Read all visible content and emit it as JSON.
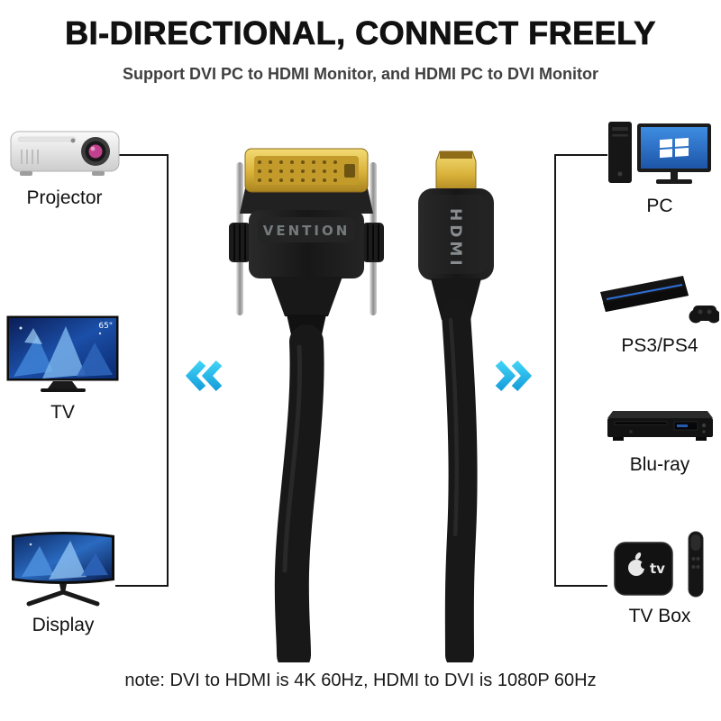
{
  "header": {
    "title": "BI-DIRECTIONAL, CONNECT FREELY",
    "subtitle": "Support DVI PC to HDMI Monitor, and HDMI PC to DVI Monitor"
  },
  "left_devices": [
    {
      "label": "Projector",
      "icon": "projector-icon"
    },
    {
      "label": "TV",
      "icon": "tv-icon",
      "screen_badge": "65\""
    },
    {
      "label": "Display",
      "icon": "curved-display-icon"
    }
  ],
  "right_devices": [
    {
      "label": "PC",
      "icon": "desktop-pc-icon"
    },
    {
      "label": "PS3/PS4",
      "icon": "game-console-icon"
    },
    {
      "label": "Blu-ray",
      "icon": "blu-ray-player-icon"
    },
    {
      "label": "TV Box",
      "icon": "tv-box-icon",
      "logo": "tv"
    }
  ],
  "cable": {
    "dvi_brand": "VENTION",
    "hdmi_label": "HDMI"
  },
  "note": "note: DVI to HDMI is 4K 60Hz, HDMI to DVI is 1080P 60Hz",
  "colors": {
    "accent_cyan": "#27b6e9",
    "connector_gold": "#d2a62c",
    "cable_black": "#1a1a1a"
  }
}
